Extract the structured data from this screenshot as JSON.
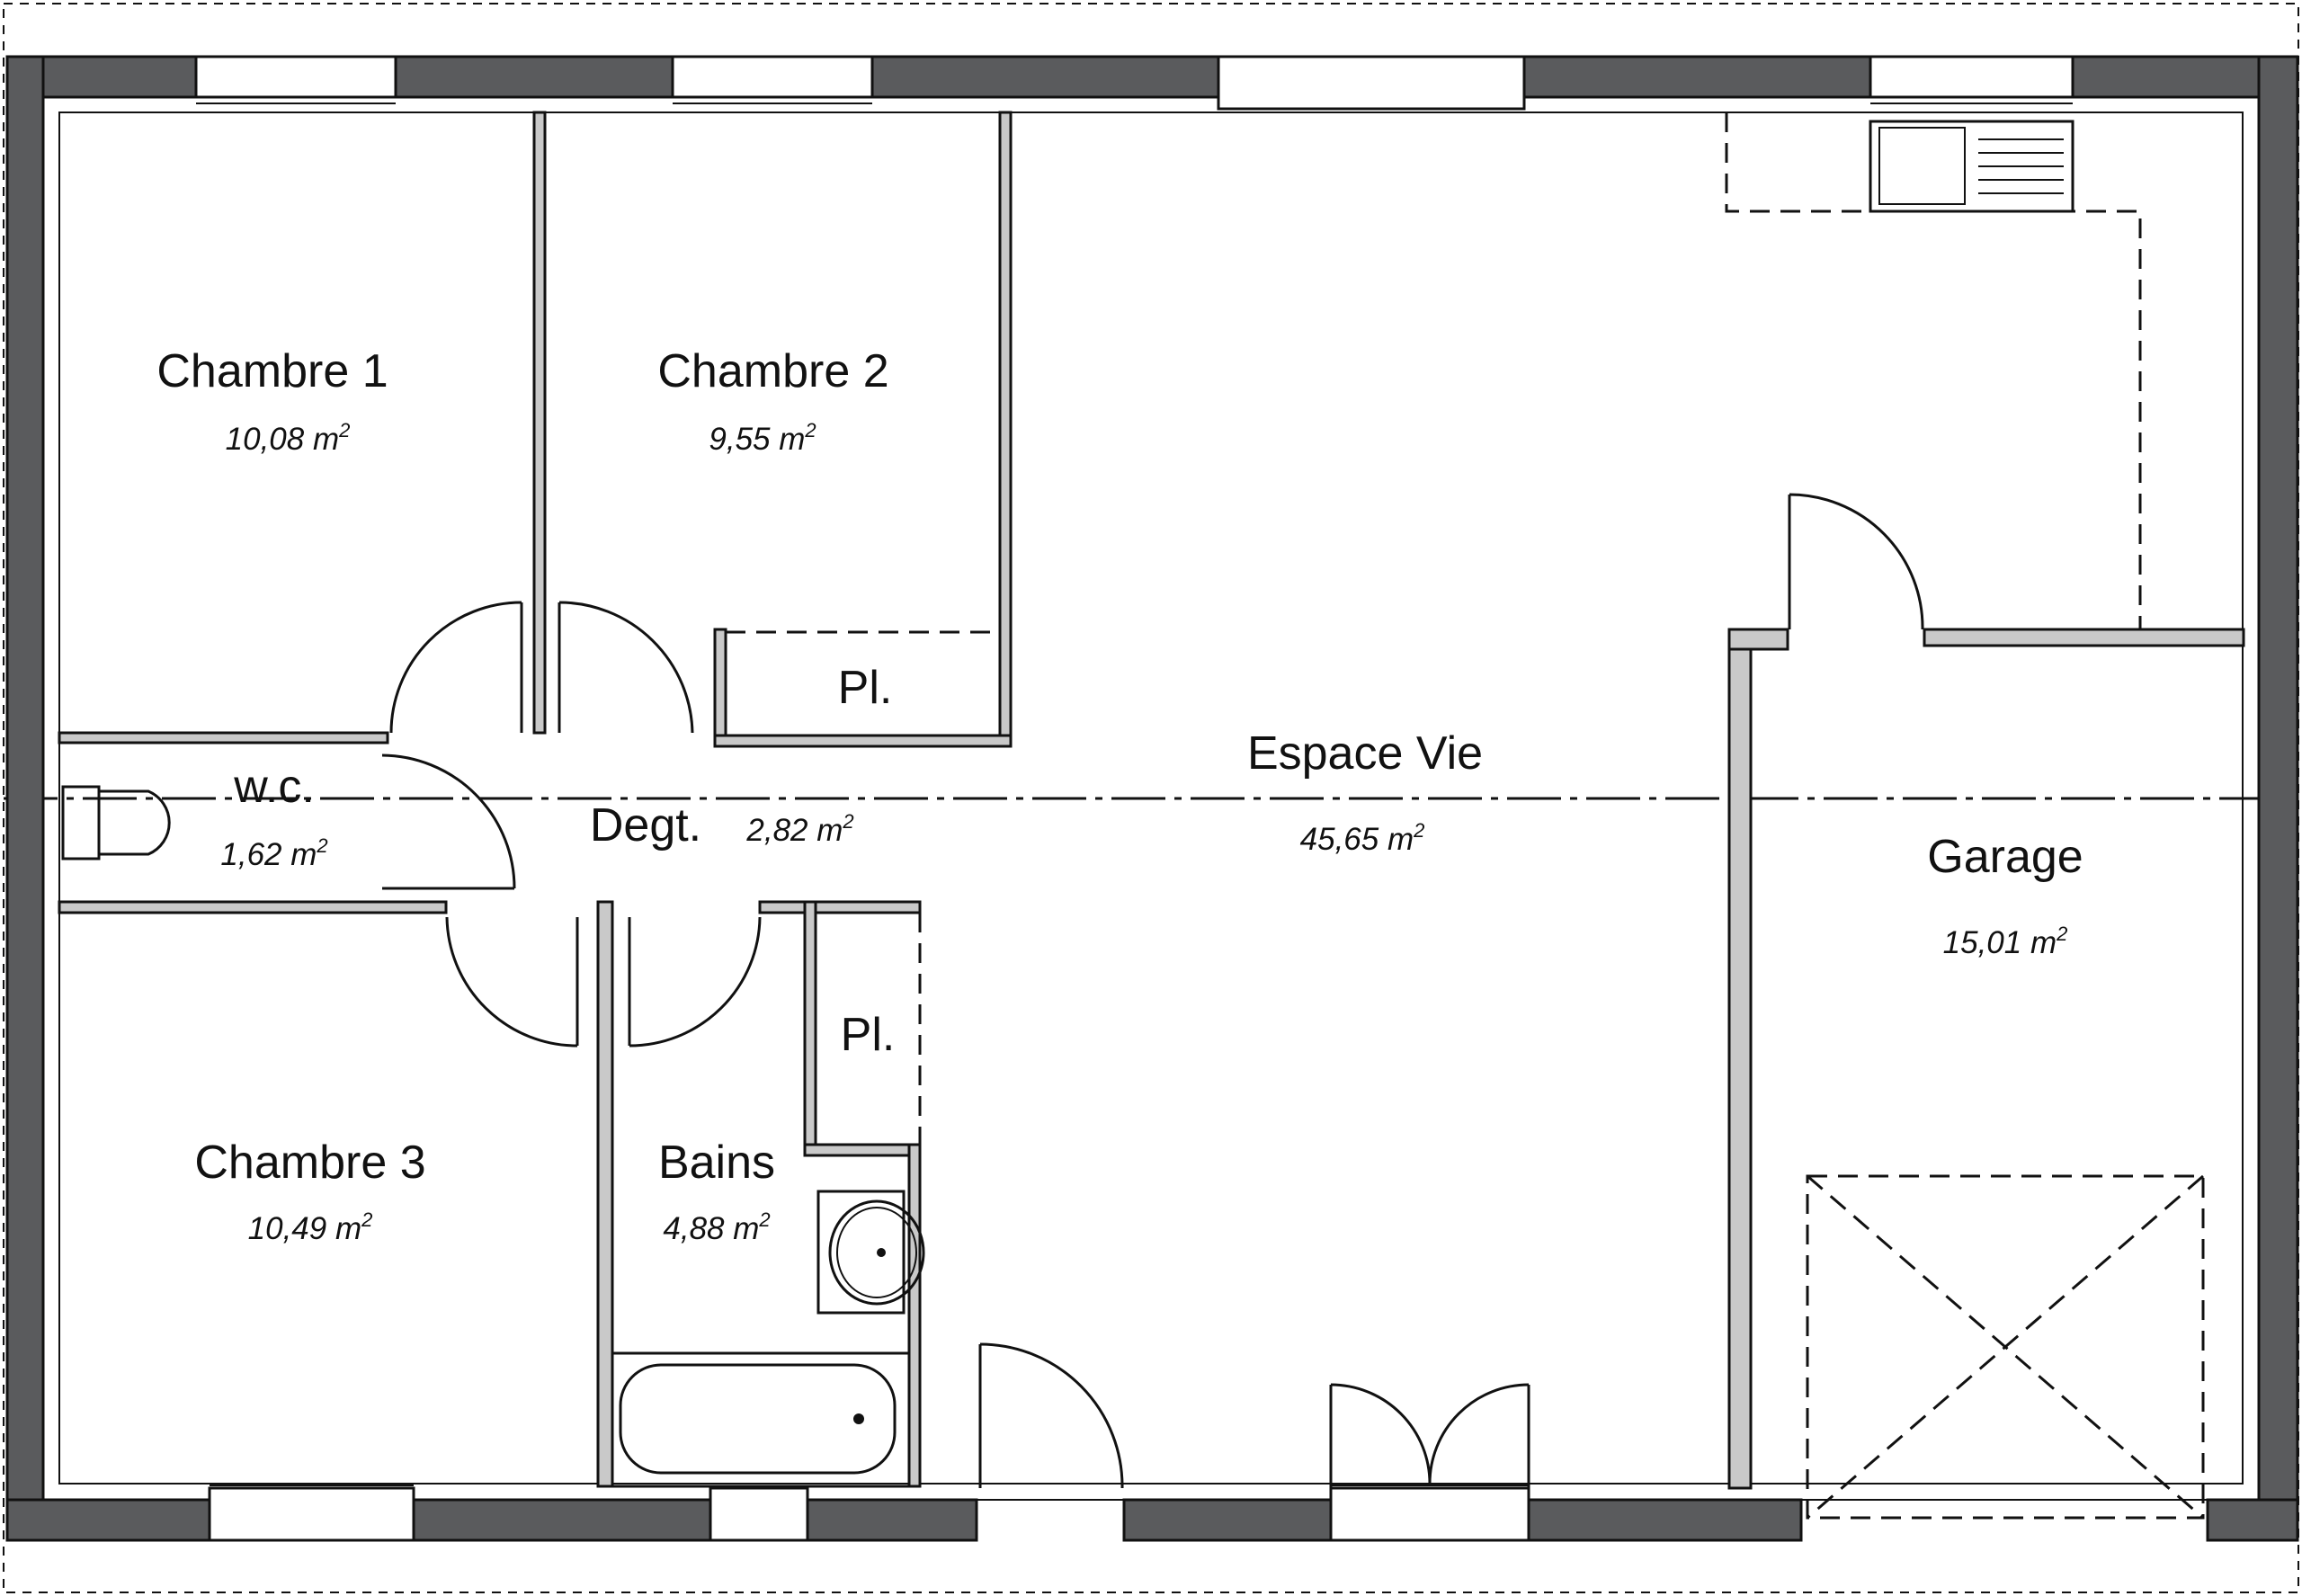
{
  "rooms": {
    "chambre1": {
      "name": "Chambre 1",
      "area": "10,08 m",
      "exp": "2"
    },
    "chambre2": {
      "name": "Chambre 2",
      "area": "9,55 m",
      "exp": "2"
    },
    "chambre3": {
      "name": "Chambre 3",
      "area": "10,49 m",
      "exp": "2"
    },
    "wc": {
      "name": "w.c.",
      "area": "1,62 m",
      "exp": "2"
    },
    "degt": {
      "name": "Degt.",
      "area": "2,82 m",
      "exp": "2"
    },
    "espace_vie": {
      "name": "Espace Vie",
      "area": "45,65 m",
      "exp": "2"
    },
    "garage": {
      "name": "Garage",
      "area": "15,01 m",
      "exp": "2"
    },
    "bains": {
      "name": "Bains",
      "area": "4,88 m",
      "exp": "2"
    },
    "placard_a": {
      "name": "Pl."
    },
    "placard_b": {
      "name": "Pl."
    }
  },
  "colors": {
    "exterior_wall": "#5a5b5d",
    "interior_wall": "#c9c9c9",
    "line": "#111111"
  }
}
